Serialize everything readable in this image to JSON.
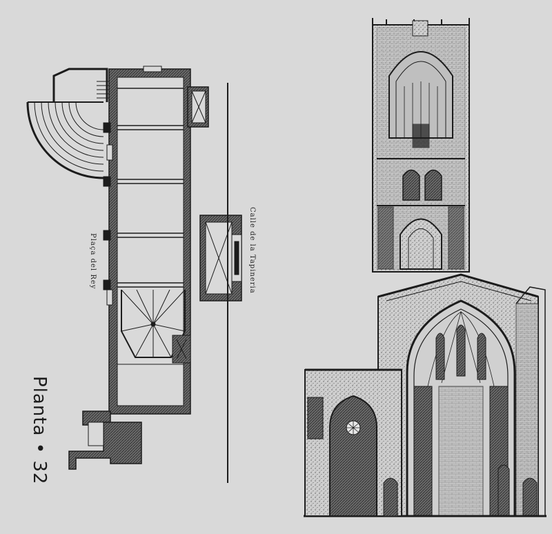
{
  "caption": {
    "title": "Planta",
    "bullet": "•",
    "page_number": "32"
  },
  "street_labels": {
    "right": "Calle de la Tapineria",
    "left": "Plaça del Rey"
  },
  "colors": {
    "paper": "#d9d9d9",
    "ink": "#1c1c1c",
    "hatch": "#555555"
  }
}
